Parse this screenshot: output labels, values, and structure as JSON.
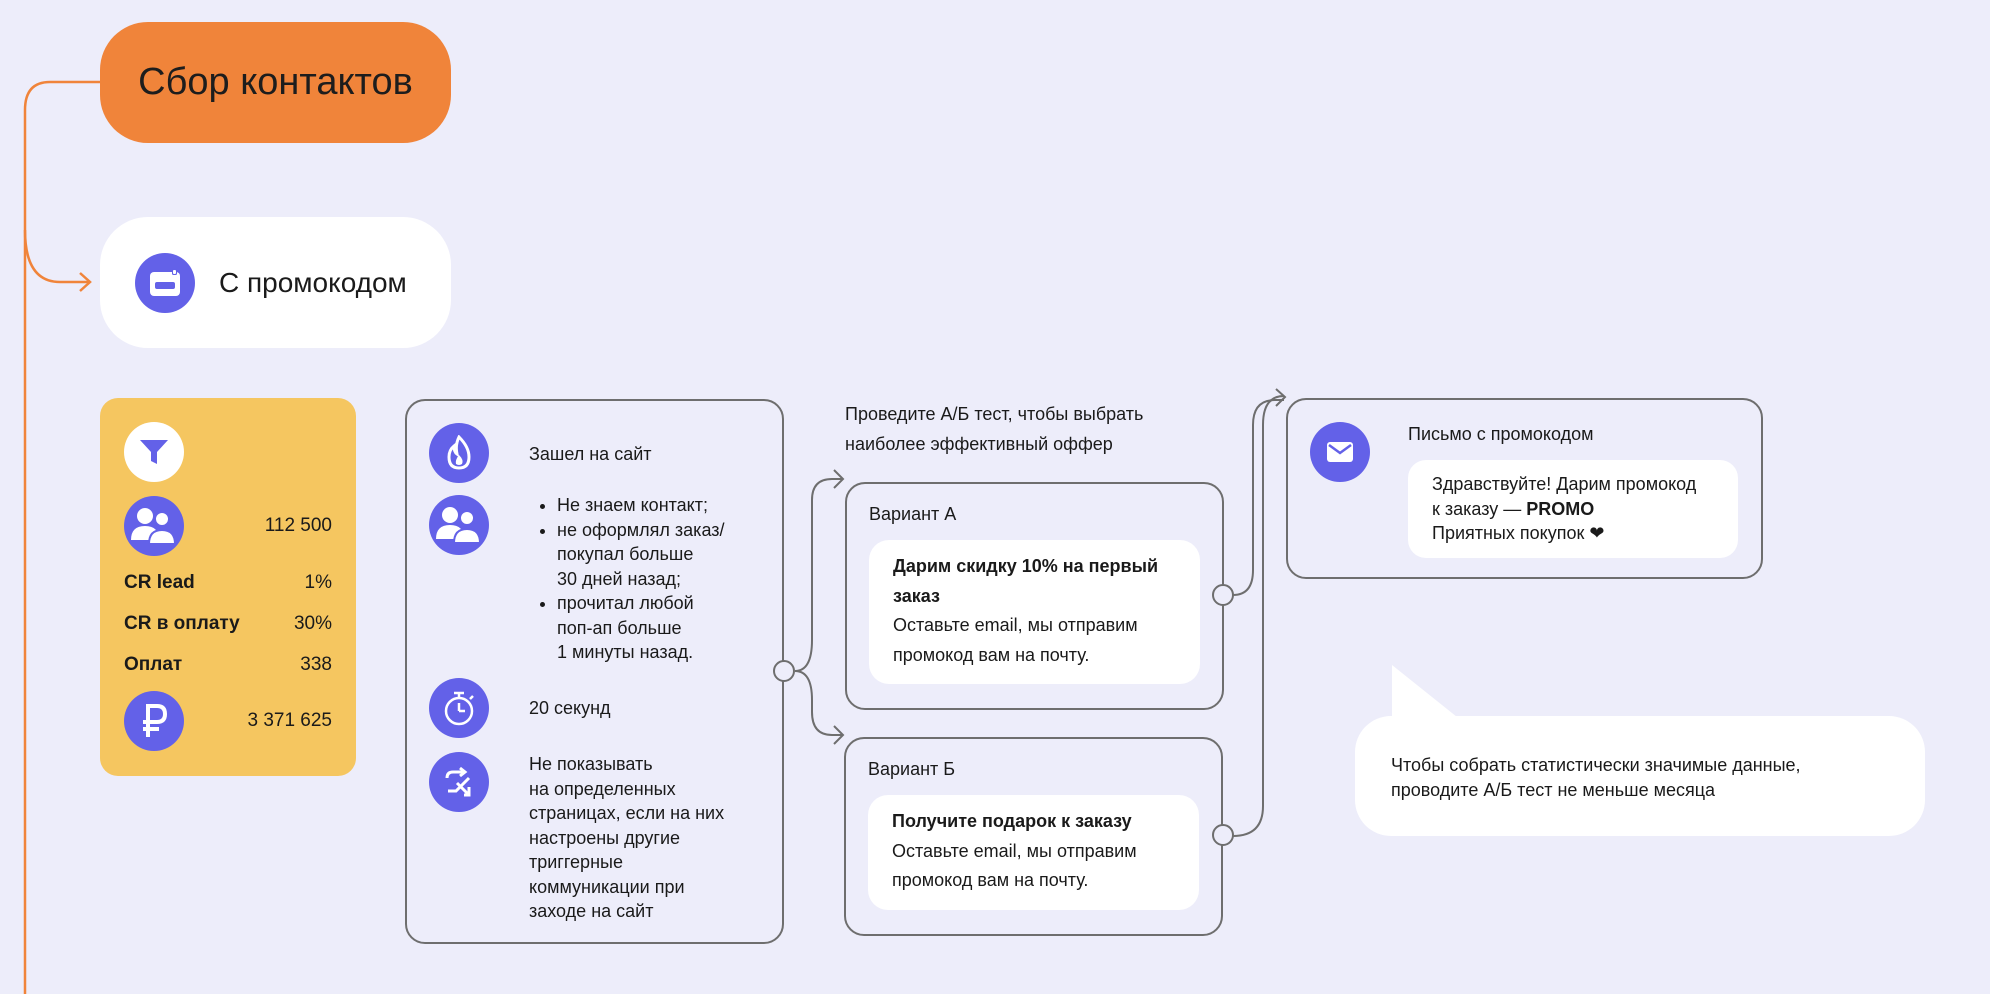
{
  "colors": {
    "background": "#EDEDFA",
    "orange": "#F0843A",
    "yellow": "#F5C660",
    "violet": "#6361E8",
    "line": "#6e6e6e"
  },
  "header": {
    "title": "Сбор контактов"
  },
  "scenario": {
    "label": "С промокодом",
    "icon": "promo-card-icon"
  },
  "stats": {
    "icons": [
      "funnel-icon",
      "users-icon",
      "ruble-icon"
    ],
    "audience": "112 500",
    "rows": [
      {
        "label": "CR lead",
        "value": "1%"
      },
      {
        "label": "CR в оплату",
        "value": "30%"
      },
      {
        "label": "Оплат",
        "value": "338"
      }
    ],
    "revenue": "3 371 625"
  },
  "trigger": {
    "visit": {
      "icon": "fire-icon",
      "text": "Зашел на сайт"
    },
    "conditions": {
      "icon": "users-icon",
      "items": [
        [
          "Не знаем контакт;"
        ],
        [
          "не оформлял заказ/",
          "покупал больше",
          "30 дней назад;"
        ],
        [
          "прочитал любой",
          "поп-ап больше",
          "1 минуты назад."
        ]
      ]
    },
    "delay": {
      "icon": "stopwatch-icon",
      "text": "20 секунд"
    },
    "exclusion": {
      "icon": "shuffle-icon",
      "lines": [
        "Не показывать",
        "на определенных",
        "страницах, если на них",
        "настроены другие",
        "триггерные",
        "коммуникации при",
        "заходе на сайт"
      ]
    }
  },
  "ab_test": {
    "caption_lines": [
      "Проведите А/Б тест, чтобы выбрать",
      "наиболее эффективный оффер"
    ]
  },
  "variant_a": {
    "title": "Вариант А",
    "headline": "Дарим скидку 10% на первый заказ",
    "body": "Оставьте email, мы отправим промокод вам на почту."
  },
  "variant_b": {
    "title": "Вариант Б",
    "headline": "Получите подарок к заказу",
    "body": "Оставьте email, мы отправим промокод вам на почту."
  },
  "email": {
    "icon": "envelope-icon",
    "title": "Письмо с промокодом",
    "line1": "Здравствуйте! Дарим промокод",
    "line2_prefix": "к заказу — ",
    "line2_code": "PROMO",
    "line3": "Приятных покупок ❤"
  },
  "tip": {
    "lines": [
      "Чтобы собрать статистически значимые данные,",
      "проводите А/Б тест не меньше месяца"
    ]
  }
}
